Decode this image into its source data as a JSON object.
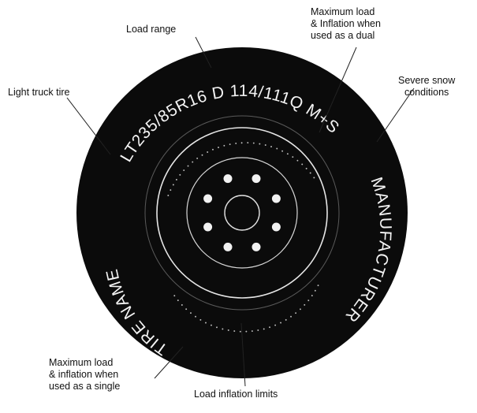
{
  "sidewall": {
    "size_code": "LT235/85R16",
    "load_range_letter": "D",
    "load_index": "114/111Q",
    "snow_mark": "M+S",
    "brand": "MANUFACTURER",
    "tire_name": "TIRE NAME"
  },
  "callouts": {
    "load_range": "Load range",
    "max_load_dual": [
      "Maximum load",
      "& Inflation when",
      "used as a dual"
    ],
    "severe_snow": [
      "Severe snow",
      "conditions"
    ],
    "light_truck": "Light truck tire",
    "max_load_single": [
      "Maximum load",
      "& inflation when",
      "used as a single"
    ],
    "load_inflation_limits": "Load inflation limits"
  },
  "colors": {
    "tire": "#0b0b0b",
    "ink": "#111111",
    "rim_line": "#e6e6e6"
  }
}
